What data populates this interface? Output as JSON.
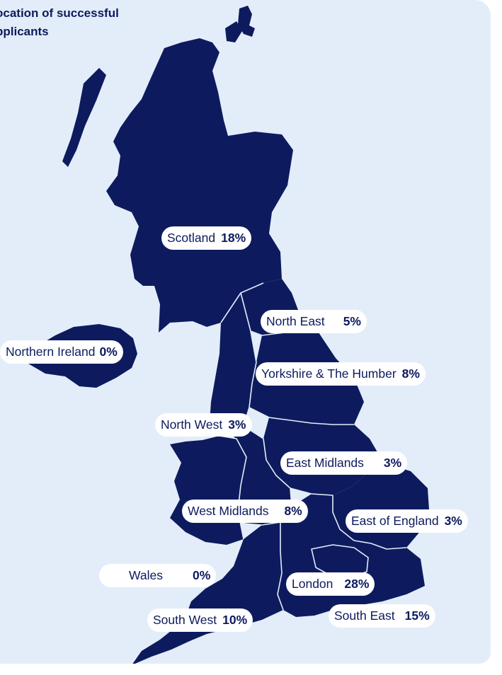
{
  "title": {
    "line1": "ocation of successful",
    "line2": "pplicants"
  },
  "colors": {
    "map": "#0d1b5e",
    "background": "#e3edfa",
    "label_bg": "#ffffff"
  },
  "regions": [
    {
      "name": "Scotland",
      "value": "18%"
    },
    {
      "name": "North East",
      "value": "5%"
    },
    {
      "name": "Northern Ireland",
      "value": "0%"
    },
    {
      "name": "Yorkshire & The Humber",
      "value": "8%"
    },
    {
      "name": "North West",
      "value": "3%"
    },
    {
      "name": "East Midlands",
      "value": "3%"
    },
    {
      "name": "West Midlands",
      "value": "8%"
    },
    {
      "name": "East of England",
      "value": "3%"
    },
    {
      "name": "Wales",
      "value": "0%"
    },
    {
      "name": "London",
      "value": "28%"
    },
    {
      "name": "South East",
      "value": "15%"
    },
    {
      "name": "South West",
      "value": "10%"
    }
  ]
}
